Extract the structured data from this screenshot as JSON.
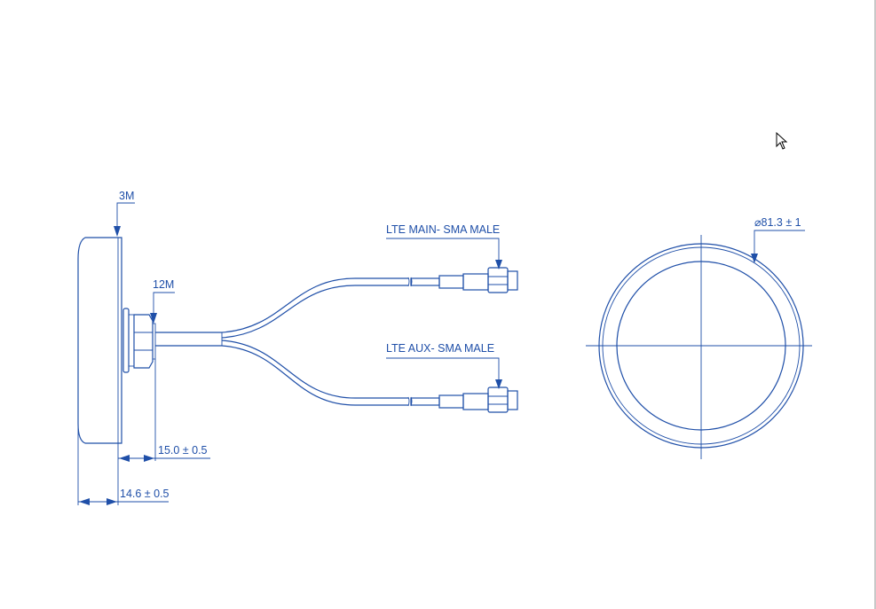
{
  "drawing": {
    "labels": {
      "mount_thread_top": "3M",
      "mount_thread_nut": "12M",
      "depth_dimension": "15.0 ± 0.5",
      "height_dimension": "14.6 ± 0.5",
      "main_connector": "LTE MAIN- SMA MALE",
      "aux_connector": "LTE AUX- SMA MALE",
      "diameter_dimension": "⌀81.3 ± 1"
    },
    "colors": {
      "line": "#1f4fa8",
      "background": "#ffffff"
    }
  }
}
